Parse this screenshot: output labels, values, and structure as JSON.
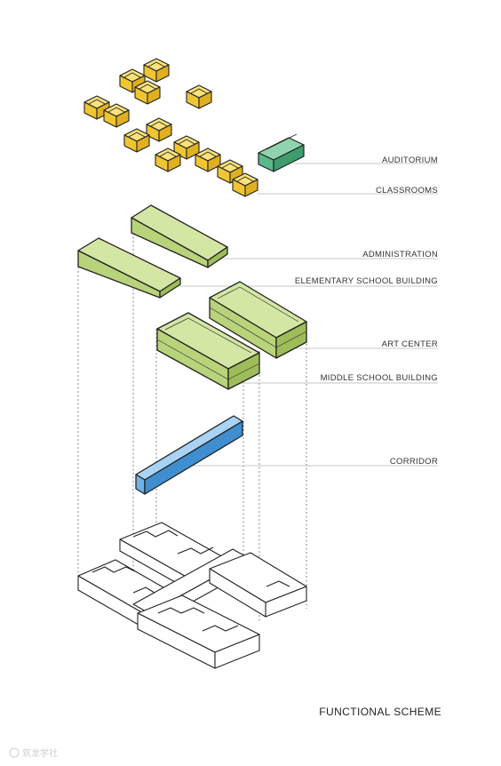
{
  "labels": {
    "auditorium": "AUDITORIUM",
    "classrooms": "CLASSROOMS",
    "administration": "ADMINISTRATION",
    "elementary": "ELEMENTARY SCHOOL BUILDING",
    "art_center": "ART CENTER",
    "middle": "MIDDLE SCHOOL BUILDING",
    "corridor": "CORRIDOR"
  },
  "title": "FUNCTIONAL SCHEME",
  "watermark": "筑龙学社",
  "colors": {
    "classrooms": "#f2cc3a",
    "auditorium": "#5bb88a",
    "green_blocks": "#b9d37a",
    "corridor": "#4d9ad8",
    "base_plan": "#ffffff"
  }
}
